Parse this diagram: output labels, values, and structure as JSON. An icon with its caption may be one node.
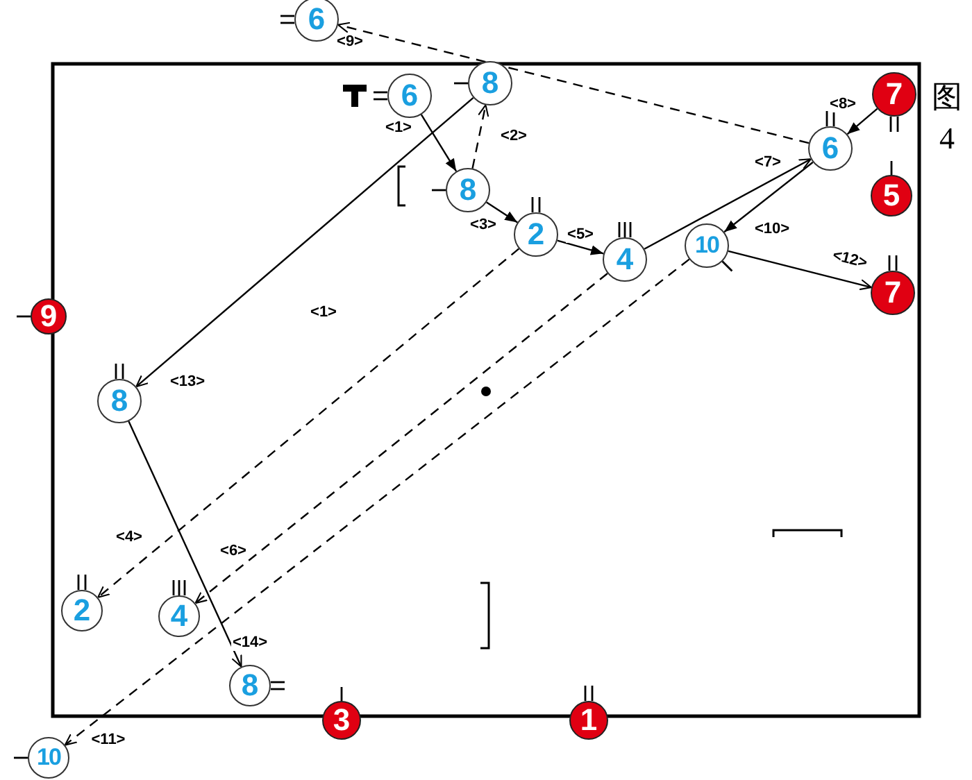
{
  "diagram": {
    "caption": "图4",
    "nodes": [
      {
        "text": [
          "6"
        ]
      },
      {
        "text": [
          "6"
        ]
      },
      {
        "text": [
          "8"
        ]
      },
      {
        "text": [
          "7"
        ]
      },
      {
        "text": [
          "6"
        ]
      },
      {
        "text": [
          "8"
        ]
      },
      {
        "text": [
          "5"
        ]
      },
      {
        "text": [
          "2"
        ]
      },
      {
        "text": [
          "10"
        ]
      },
      {
        "text": [
          "4"
        ]
      },
      {
        "text": [
          "7"
        ]
      },
      {
        "text": [
          "9"
        ]
      },
      {
        "text": [
          "8"
        ]
      },
      {
        "text": [
          "2"
        ]
      },
      {
        "text": [
          "4"
        ]
      },
      {
        "text": [
          "8"
        ]
      },
      {
        "text": [
          "3"
        ]
      },
      {
        "text": [
          "1"
        ]
      },
      {
        "text": [
          "10"
        ]
      }
    ],
    "edges": [
      {
        "from": 1,
        "to": 5,
        "arrow": "to",
        "label": "<1>"
      },
      {
        "from": 5,
        "to": 2,
        "arrow": "to",
        "label": "<2>",
        "style": "dashed"
      },
      {
        "from": 5,
        "to": 7,
        "arrow": "to",
        "label": "<3>"
      },
      {
        "from": 7,
        "to": 13,
        "arrow": "to",
        "label": "<4>",
        "style": "dashed"
      },
      {
        "from": 7,
        "to": 9,
        "arrow": "to",
        "label": "<5>"
      },
      {
        "from": 9,
        "to": 14,
        "arrow": "to",
        "label": "<6>",
        "style": "dashed"
      },
      {
        "from": 9,
        "to": 4,
        "arrow": "to",
        "label": "<7>"
      },
      {
        "from": 3,
        "to": 4,
        "arrow": "to",
        "label": "<8>"
      },
      {
        "from": 4,
        "to": 0,
        "arrow": "to",
        "label": "<9>",
        "style": "dashed"
      },
      {
        "from": 4,
        "to": 8,
        "arrow": "to",
        "label": "<10>"
      },
      {
        "from": 8,
        "to": 18,
        "arrow": "to",
        "label": "<11>",
        "style": "dashed"
      },
      {
        "from": 8,
        "to": 10,
        "arrow": "to",
        "label": "<12>"
      },
      {
        "from": 2,
        "to": 12,
        "arrow": "to",
        "label": "<13>"
      },
      {
        "from": 12,
        "to": 15,
        "arrow": "to",
        "label": "<14>"
      }
    ],
    "labels": [
      "<1>"
    ]
  }
}
